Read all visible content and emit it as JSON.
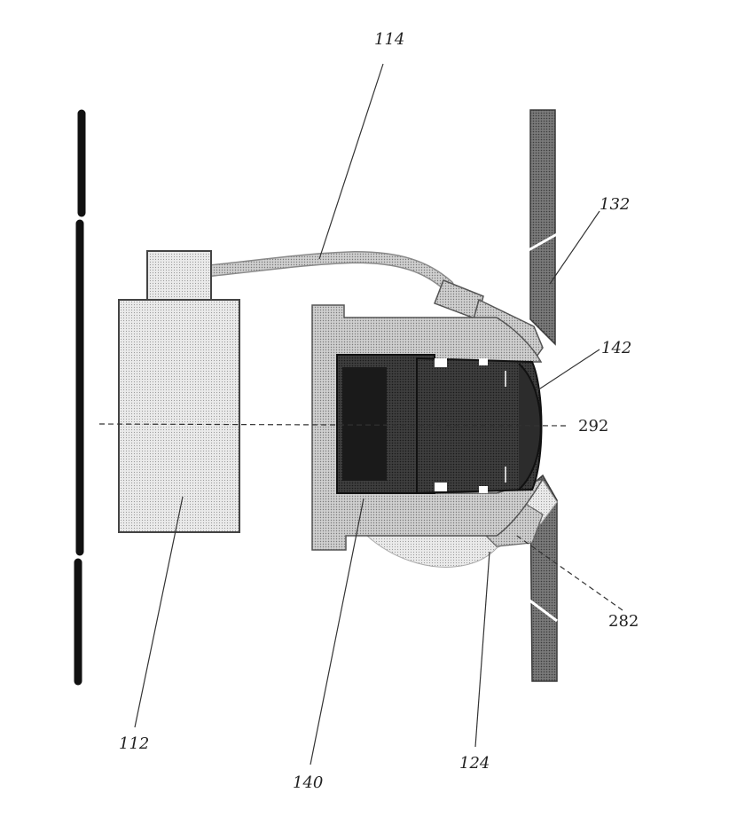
{
  "labels": {
    "cable": "114",
    "housing_left": "112",
    "lens_assembly": "140",
    "mount": "124",
    "panel_right": "132",
    "lens_front": "142",
    "axis": "292",
    "opening": "282"
  },
  "colors": {
    "ink": "#222222",
    "wall": "#111111",
    "panel": "#6e6e6e",
    "light_fill": "#e6e6e6",
    "mid_fill": "#c8c8c8",
    "dark_fill": "#3a3a3a",
    "darkest_fill": "#1c1c1c"
  }
}
